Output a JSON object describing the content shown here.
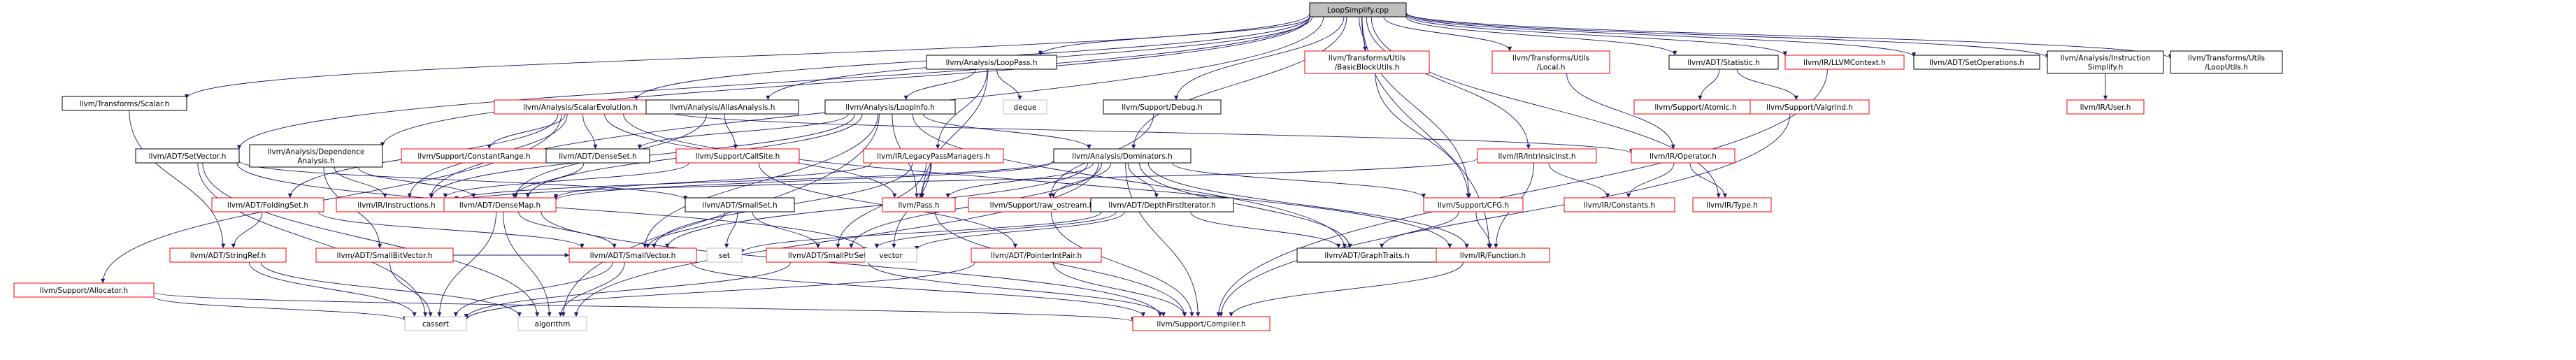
{
  "colors": {
    "box_border_default": "#000000",
    "box_border_red": "#ff0000",
    "box_border_gray": "#bfbfbf",
    "root_fill": "#bfbfbf",
    "edge": "#191970",
    "text": "#000000"
  },
  "nodes": [
    {
      "id": "root",
      "lines": [
        "LoopSimplify.cpp"
      ],
      "style": "root"
    },
    {
      "id": "scalar",
      "lines": [
        "llvm/Transforms/Scalar.h"
      ],
      "style": "black"
    },
    {
      "id": "setvector",
      "lines": [
        "llvm/ADT/SetVector.h"
      ],
      "style": "black"
    },
    {
      "id": "depanalysis",
      "lines": [
        "llvm/Analysis/Dependence",
        "Analysis.h"
      ],
      "style": "black"
    },
    {
      "id": "scev",
      "lines": [
        "llvm/Analysis/ScalarEvolution.h"
      ],
      "style": "red"
    },
    {
      "id": "aliasanalysis",
      "lines": [
        "llvm/Analysis/AliasAnalysis.h"
      ],
      "style": "black"
    },
    {
      "id": "looppass",
      "lines": [
        "llvm/Analysis/LoopPass.h"
      ],
      "style": "black"
    },
    {
      "id": "deque",
      "lines": [
        "deque"
      ],
      "style": "gray"
    },
    {
      "id": "loopinfo",
      "lines": [
        "llvm/Analysis/LoopInfo.h"
      ],
      "style": "black"
    },
    {
      "id": "debug",
      "lines": [
        "llvm/Support/Debug.h"
      ],
      "style": "black"
    },
    {
      "id": "bbutils",
      "lines": [
        "llvm/Transforms/Utils",
        "/BasicBlockUtils.h"
      ],
      "style": "red"
    },
    {
      "id": "local",
      "lines": [
        "llvm/Transforms/Utils",
        "/Local.h"
      ],
      "style": "red"
    },
    {
      "id": "statistic",
      "lines": [
        "llvm/ADT/Statistic.h"
      ],
      "style": "black"
    },
    {
      "id": "llvmcontext",
      "lines": [
        "llvm/IR/LLVMContext.h"
      ],
      "style": "red"
    },
    {
      "id": "setoperations",
      "lines": [
        "llvm/ADT/SetOperations.h"
      ],
      "style": "black"
    },
    {
      "id": "instsimplify",
      "lines": [
        "llvm/Analysis/Instruction",
        "Simplify.h"
      ],
      "style": "black"
    },
    {
      "id": "looputils",
      "lines": [
        "llvm/Transforms/Utils",
        "/LoopUtils.h"
      ],
      "style": "black"
    },
    {
      "id": "constantrange",
      "lines": [
        "llvm/Support/ConstantRange.h"
      ],
      "style": "red"
    },
    {
      "id": "densesetnode",
      "lines": [
        "llvm/ADT/DenseSet.h"
      ],
      "style": "black"
    },
    {
      "id": "callsite",
      "lines": [
        "llvm/Support/CallSite.h"
      ],
      "style": "red"
    },
    {
      "id": "legacypm",
      "lines": [
        "llvm/IR/LegacyPassManagers.h"
      ],
      "style": "red"
    },
    {
      "id": "dominators",
      "lines": [
        "llvm/Analysis/Dominators.h"
      ],
      "style": "black"
    },
    {
      "id": "intrinsicinst",
      "lines": [
        "llvm/IR/IntrinsicInst.h"
      ],
      "style": "red"
    },
    {
      "id": "operator",
      "lines": [
        "llvm/IR/Operator.h"
      ],
      "style": "red"
    },
    {
      "id": "atomic",
      "lines": [
        "llvm/Support/Atomic.h"
      ],
      "style": "red"
    },
    {
      "id": "valgrind",
      "lines": [
        "llvm/Support/Valgrind.h"
      ],
      "style": "red"
    },
    {
      "id": "user",
      "lines": [
        "llvm/IR/User.h"
      ],
      "style": "red"
    },
    {
      "id": "allocator",
      "lines": [
        "llvm/Support/Allocator.h"
      ],
      "style": "red"
    },
    {
      "id": "foldingset",
      "lines": [
        "llvm/ADT/FoldingSet.h"
      ],
      "style": "red"
    },
    {
      "id": "instructions",
      "lines": [
        "llvm/IR/Instructions.h"
      ],
      "style": "red"
    },
    {
      "id": "densemap",
      "lines": [
        "llvm/ADT/DenseMap.h"
      ],
      "style": "red"
    },
    {
      "id": "smallset",
      "lines": [
        "llvm/ADT/SmallSet.h"
      ],
      "style": "black"
    },
    {
      "id": "pass",
      "lines": [
        "llvm/Pass.h"
      ],
      "style": "red"
    },
    {
      "id": "rawostream",
      "lines": [
        "llvm/Support/raw_ostream.h"
      ],
      "style": "red"
    },
    {
      "id": "depthfirst",
      "lines": [
        "llvm/ADT/DepthFirstIterator.h"
      ],
      "style": "black"
    },
    {
      "id": "cfg",
      "lines": [
        "llvm/Support/CFG.h"
      ],
      "style": "red"
    },
    {
      "id": "constants",
      "lines": [
        "llvm/IR/Constants.h"
      ],
      "style": "red"
    },
    {
      "id": "type",
      "lines": [
        "llvm/IR/Type.h"
      ],
      "style": "red"
    },
    {
      "id": "stringref",
      "lines": [
        "llvm/ADT/StringRef.h"
      ],
      "style": "red"
    },
    {
      "id": "smallbitvector",
      "lines": [
        "llvm/ADT/SmallBitVector.h"
      ],
      "style": "red"
    },
    {
      "id": "smallvector",
      "lines": [
        "llvm/ADT/SmallVector.h"
      ],
      "style": "red"
    },
    {
      "id": "set",
      "lines": [
        "set"
      ],
      "style": "gray"
    },
    {
      "id": "smallptrset",
      "lines": [
        "llvm/ADT/SmallPtrSet.h"
      ],
      "style": "red"
    },
    {
      "id": "vector",
      "lines": [
        "vector"
      ],
      "style": "gray"
    },
    {
      "id": "pointerintpair",
      "lines": [
        "llvm/ADT/PointerIntPair.h"
      ],
      "style": "red"
    },
    {
      "id": "graphtraits",
      "lines": [
        "llvm/ADT/GraphTraits.h"
      ],
      "style": "black"
    },
    {
      "id": "function",
      "lines": [
        "llvm/IR/Function.h"
      ],
      "style": "red"
    },
    {
      "id": "cassert",
      "lines": [
        "cassert"
      ],
      "style": "gray"
    },
    {
      "id": "algorithm",
      "lines": [
        "algorithm"
      ],
      "style": "gray"
    },
    {
      "id": "compiler",
      "lines": [
        "llvm/Support/Compiler.h"
      ],
      "style": "red"
    }
  ],
  "edges": [
    [
      "root",
      "scalar"
    ],
    [
      "root",
      "setvector"
    ],
    [
      "root",
      "depanalysis"
    ],
    [
      "root",
      "scev"
    ],
    [
      "root",
      "aliasanalysis"
    ],
    [
      "root",
      "looppass"
    ],
    [
      "root",
      "debug"
    ],
    [
      "root",
      "bbutils"
    ],
    [
      "root",
      "local"
    ],
    [
      "root",
      "statistic"
    ],
    [
      "root",
      "llvmcontext"
    ],
    [
      "root",
      "setoperations"
    ],
    [
      "root",
      "instsimplify"
    ],
    [
      "root",
      "looputils"
    ],
    [
      "root",
      "dominators"
    ],
    [
      "root",
      "intrinsicinst"
    ],
    [
      "root",
      "cfg"
    ],
    [
      "root",
      "function"
    ],
    [
      "root",
      "instructions"
    ],
    [
      "root",
      "type"
    ],
    [
      "scalar",
      "stringref"
    ],
    [
      "setvector",
      "smallset"
    ],
    [
      "setvector",
      "cassert"
    ],
    [
      "setvector",
      "algorithm"
    ],
    [
      "setvector",
      "vector"
    ],
    [
      "depanalysis",
      "instructions"
    ],
    [
      "depanalysis",
      "smallbitvector"
    ],
    [
      "depanalysis",
      "densemap"
    ],
    [
      "scev",
      "allocator"
    ],
    [
      "scev",
      "foldingset"
    ],
    [
      "scev",
      "instructions"
    ],
    [
      "scev",
      "constantrange"
    ],
    [
      "scev",
      "densesetnode"
    ],
    [
      "scev",
      "operator"
    ],
    [
      "scev",
      "pass"
    ],
    [
      "scev",
      "function"
    ],
    [
      "aliasanalysis",
      "callsite"
    ],
    [
      "aliasanalysis",
      "densemap"
    ],
    [
      "looppass",
      "deque"
    ],
    [
      "looppass",
      "legacypm"
    ],
    [
      "looppass",
      "loopinfo"
    ],
    [
      "looppass",
      "pass"
    ],
    [
      "loopinfo",
      "dominators"
    ],
    [
      "loopinfo",
      "densemap"
    ],
    [
      "loopinfo",
      "densesetnode"
    ],
    [
      "loopinfo",
      "pass"
    ],
    [
      "loopinfo",
      "graphtraits"
    ],
    [
      "loopinfo",
      "smallvector"
    ],
    [
      "loopinfo",
      "instructions"
    ],
    [
      "loopinfo",
      "algorithm"
    ],
    [
      "debug",
      "rawostream"
    ],
    [
      "bbutils",
      "cfg"
    ],
    [
      "local",
      "operator"
    ],
    [
      "statistic",
      "atomic"
    ],
    [
      "statistic",
      "valgrind"
    ],
    [
      "llvmcontext",
      "compiler"
    ],
    [
      "instsimplify",
      "user"
    ],
    [
      "densesetnode",
      "densemap"
    ],
    [
      "callsite",
      "instructions"
    ],
    [
      "callsite",
      "pointerintpair"
    ],
    [
      "legacypm",
      "pass"
    ],
    [
      "legacypm",
      "smallptrset"
    ],
    [
      "legacypm",
      "vector"
    ],
    [
      "legacypm",
      "densemap"
    ],
    [
      "legacypm",
      "smallvector"
    ],
    [
      "dominators",
      "depthfirst"
    ],
    [
      "dominators",
      "graphtraits"
    ],
    [
      "dominators",
      "smallptrset"
    ],
    [
      "dominators",
      "smallvector"
    ],
    [
      "dominators",
      "function"
    ],
    [
      "dominators",
      "cfg"
    ],
    [
      "dominators",
      "rawostream"
    ],
    [
      "dominators",
      "pass"
    ],
    [
      "dominators",
      "densemap"
    ],
    [
      "dominators",
      "instructions"
    ],
    [
      "dominators",
      "algorithm"
    ],
    [
      "dominators",
      "compiler"
    ],
    [
      "intrinsicinst",
      "constants"
    ],
    [
      "intrinsicinst",
      "function"
    ],
    [
      "intrinsicinst",
      "instructions"
    ],
    [
      "operator",
      "constants"
    ],
    [
      "operator",
      "type"
    ],
    [
      "valgrind",
      "compiler"
    ],
    [
      "foldingset",
      "stringref"
    ],
    [
      "foldingset",
      "smallvector"
    ],
    [
      "instructions",
      "densemap"
    ],
    [
      "densemap",
      "cassert"
    ],
    [
      "densemap",
      "algorithm"
    ],
    [
      "densemap",
      "smallvector"
    ],
    [
      "densemap",
      "compiler"
    ],
    [
      "smallset",
      "set"
    ],
    [
      "smallset",
      "smallvector"
    ],
    [
      "smallset",
      "smallptrset"
    ],
    [
      "pass",
      "compiler"
    ],
    [
      "rawostream",
      "compiler"
    ],
    [
      "depthfirst",
      "graphtraits"
    ],
    [
      "depthfirst",
      "smallptrset"
    ],
    [
      "depthfirst",
      "set"
    ],
    [
      "depthfirst",
      "vector"
    ],
    [
      "cfg",
      "function"
    ],
    [
      "cfg",
      "graphtraits"
    ],
    [
      "stringref",
      "cassert"
    ],
    [
      "stringref",
      "algorithm"
    ],
    [
      "smallbitvector",
      "smallvector"
    ],
    [
      "smallbitvector",
      "cassert"
    ],
    [
      "smallvector",
      "cassert"
    ],
    [
      "smallvector",
      "algorithm"
    ],
    [
      "smallvector",
      "compiler"
    ],
    [
      "smallptrset",
      "compiler"
    ],
    [
      "smallptrset",
      "cassert"
    ],
    [
      "pointerintpair",
      "compiler"
    ],
    [
      "pointerintpair",
      "cassert"
    ],
    [
      "function",
      "compiler"
    ],
    [
      "allocator",
      "cassert"
    ],
    [
      "allocator",
      "compiler"
    ]
  ]
}
